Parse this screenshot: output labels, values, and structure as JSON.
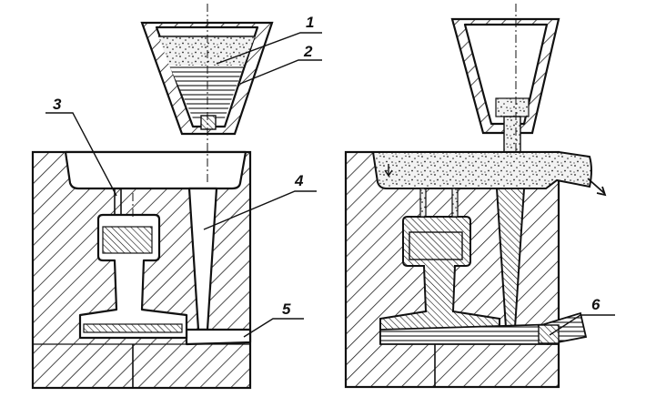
{
  "labels": {
    "l1": "1",
    "l2": "2",
    "l3": "3",
    "l4": "4",
    "l5": "5",
    "l6": "6"
  },
  "colors": {
    "ink": "#111111",
    "paper": "#ffffff"
  }
}
